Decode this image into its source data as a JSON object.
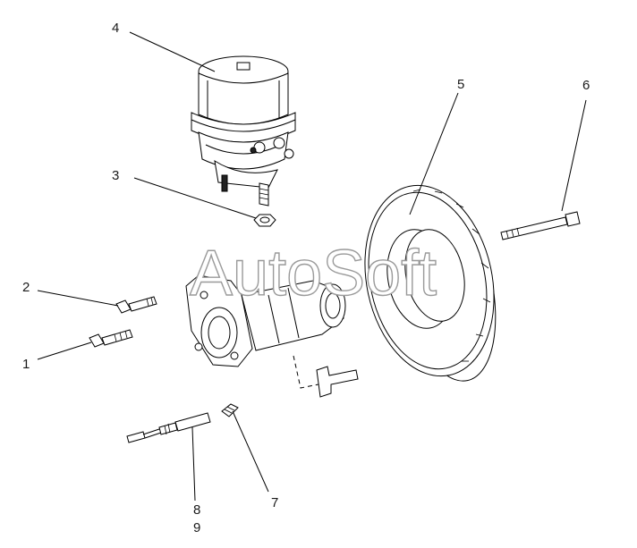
{
  "watermark": "AutoSoft",
  "callouts": [
    {
      "id": "c1",
      "label": "1"
    },
    {
      "id": "c2",
      "label": "2"
    },
    {
      "id": "c3",
      "label": "3"
    },
    {
      "id": "c4",
      "label": "4"
    },
    {
      "id": "c5",
      "label": "5"
    },
    {
      "id": "c6",
      "label": "6"
    },
    {
      "id": "c7",
      "label": "7"
    },
    {
      "id": "c8",
      "label": "8"
    },
    {
      "id": "c9",
      "label": "9"
    }
  ]
}
